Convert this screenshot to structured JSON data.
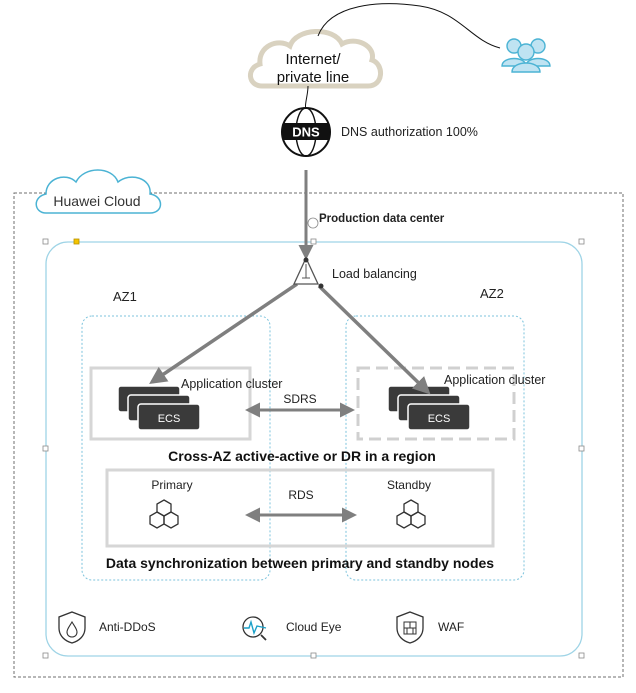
{
  "internet": {
    "label_line1": "Internet/",
    "label_line2": "private line"
  },
  "dns": {
    "icon_text": "DNS",
    "caption": "DNS authorization 100%"
  },
  "cloud": {
    "label": "Huawei Cloud"
  },
  "datacenter": {
    "label": "Production data center"
  },
  "load_balancer": {
    "label": "Load balancing"
  },
  "az": {
    "left": "AZ1",
    "right": "AZ2"
  },
  "app": {
    "left_label": "Application cluster",
    "right_label": "Application cluster",
    "ecs_label": "ECS",
    "sync_label": "SDRS",
    "region_caption": "Cross-AZ active-active or DR in a region"
  },
  "db": {
    "primary": "Primary",
    "standby": "Standby",
    "sync_label": "RDS",
    "caption": "Data synchronization between primary and standby nodes"
  },
  "services": [
    {
      "label": "Anti-DDoS",
      "icon": "shield-drop-icon"
    },
    {
      "label": "Cloud Eye",
      "icon": "monitor-eye-icon"
    },
    {
      "label": "WAF",
      "icon": "firewall-shield-icon"
    }
  ],
  "colors": {
    "arrow": "#7f7f7f",
    "box_border": "#d6d6d6",
    "region_border": "#9fd4e6",
    "cloud_outline": "#4bb3d4",
    "ecs_fill": "#3a3a3a",
    "handle": "#f5c400"
  }
}
